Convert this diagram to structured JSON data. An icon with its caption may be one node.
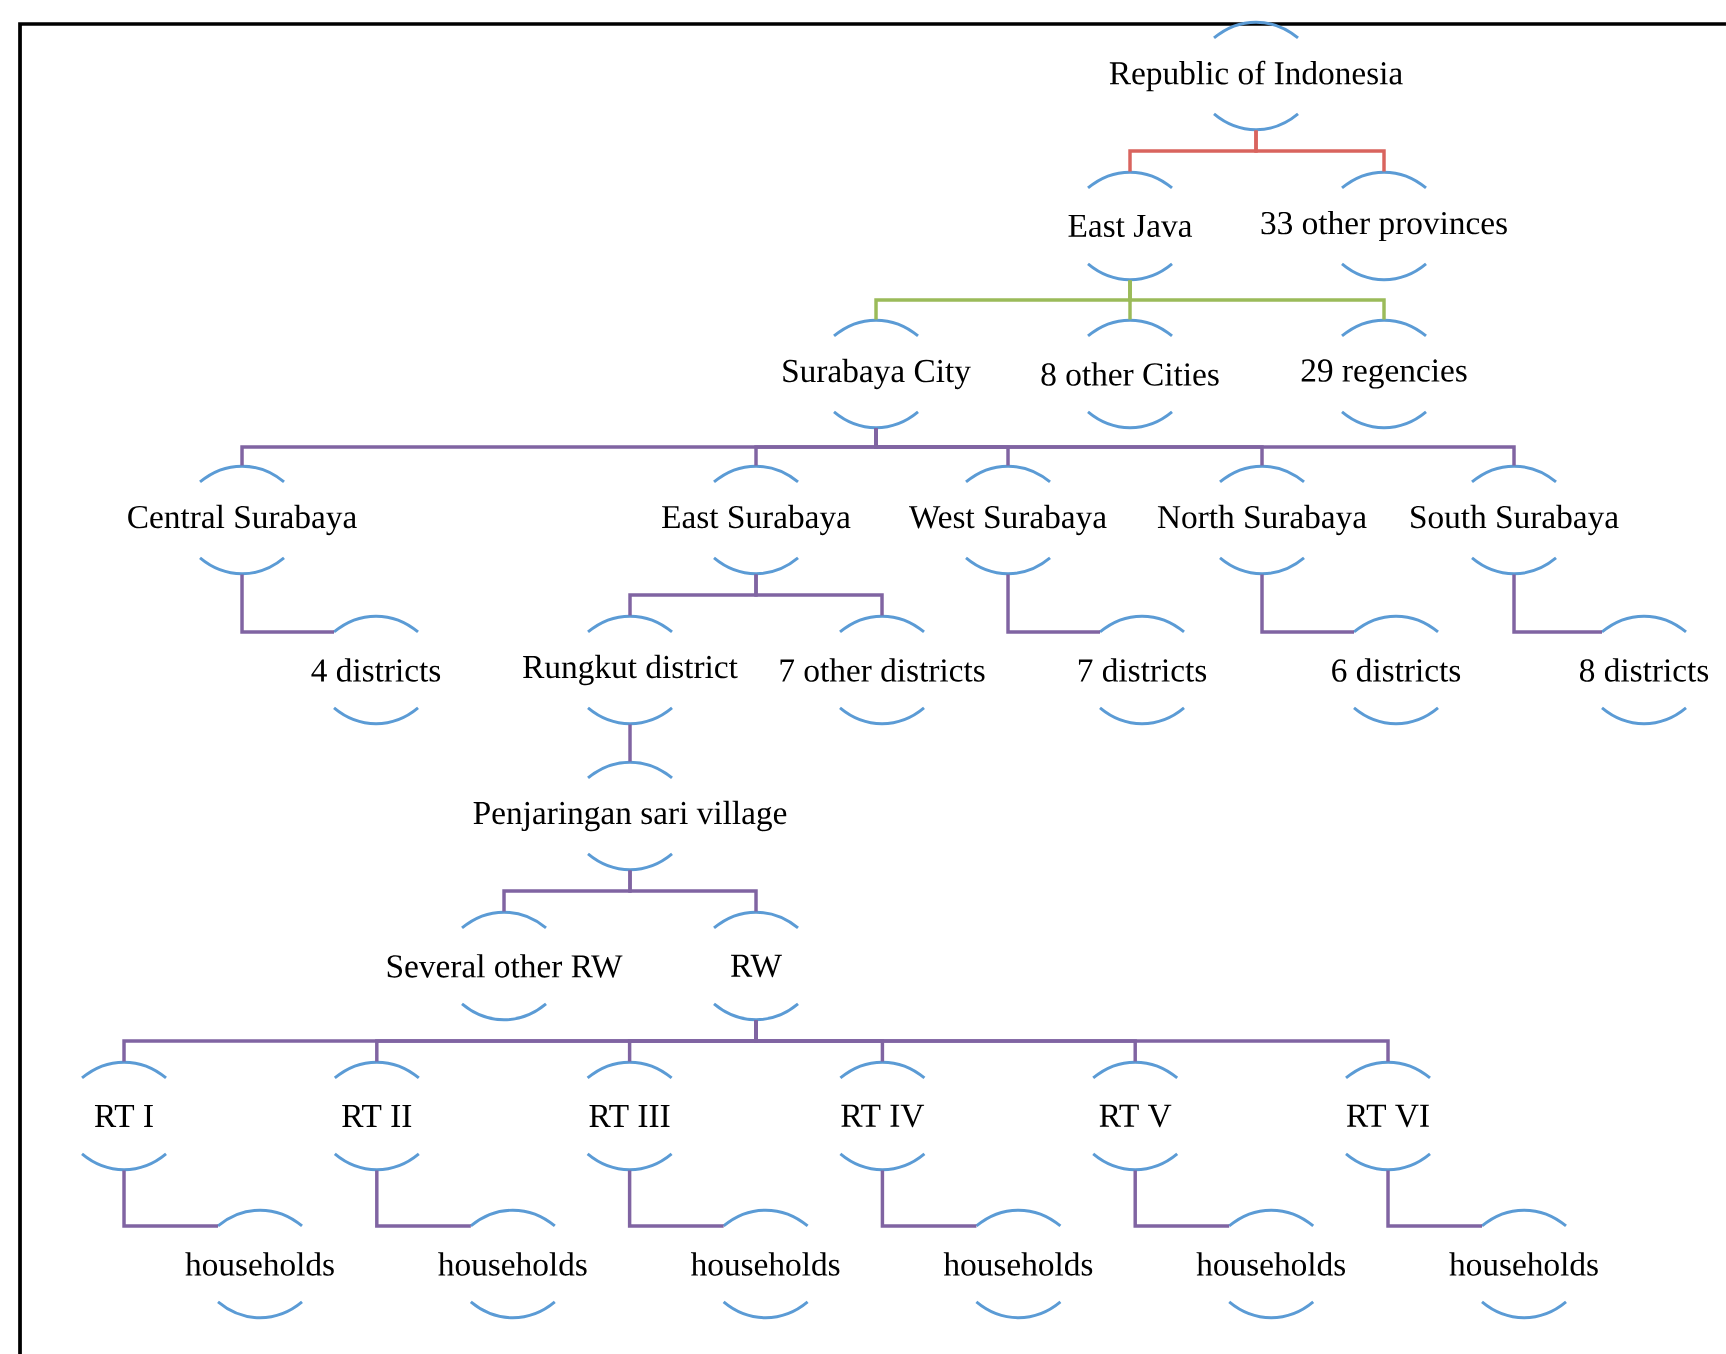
{
  "diagram": {
    "nodes": [
      {
        "text": [
          "Republic of Indonesia"
        ]
      },
      {
        "text": [
          "East Java"
        ]
      },
      {
        "text": [
          "33 other provinces"
        ]
      },
      {
        "text": [
          "Surabaya City"
        ]
      },
      {
        "text": [
          "8 other Cities"
        ]
      },
      {
        "text": [
          "29 regencies"
        ]
      },
      {
        "text": [
          "Central Surabaya"
        ]
      },
      {
        "text": [
          "East Surabaya"
        ]
      },
      {
        "text": [
          "West Surabaya"
        ]
      },
      {
        "text": [
          "North Surabaya"
        ]
      },
      {
        "text": [
          "South Surabaya"
        ]
      },
      {
        "text": [
          "4 districts"
        ]
      },
      {
        "text": [
          "Rungkut district"
        ]
      },
      {
        "text": [
          "7 other districts"
        ]
      },
      {
        "text": [
          "7 districts"
        ]
      },
      {
        "text": [
          "6 districts"
        ]
      },
      {
        "text": [
          "8 districts"
        ]
      },
      {
        "text": [
          "Penjaringan sari village"
        ]
      },
      {
        "text": [
          "Several other RW"
        ]
      },
      {
        "text": [
          "RW"
        ]
      },
      {
        "text": [
          "RT I"
        ]
      },
      {
        "text": [
          "RT II"
        ]
      },
      {
        "text": [
          "RT III"
        ]
      },
      {
        "text": [
          "RT IV"
        ]
      },
      {
        "text": [
          "RT V"
        ]
      },
      {
        "text": [
          "RT VI"
        ]
      },
      {
        "text": [
          "households"
        ]
      },
      {
        "text": [
          "households"
        ]
      },
      {
        "text": [
          "households"
        ]
      },
      {
        "text": [
          "households"
        ]
      },
      {
        "text": [
          "households"
        ]
      },
      {
        "text": [
          "households"
        ]
      }
    ],
    "edges": [
      {
        "from": 0,
        "to": 1,
        "arrow": "none",
        "color": "#d9645e"
      },
      {
        "from": 0,
        "to": 2,
        "arrow": "none",
        "color": "#d9645e"
      },
      {
        "from": 1,
        "to": 3,
        "arrow": "none",
        "color": "#9bbb59"
      },
      {
        "from": 1,
        "to": 4,
        "arrow": "none",
        "color": "#9bbb59"
      },
      {
        "from": 1,
        "to": 5,
        "arrow": "none",
        "color": "#9bbb59"
      },
      {
        "from": 3,
        "to": 6,
        "arrow": "none"
      },
      {
        "from": 3,
        "to": 7,
        "arrow": "none"
      },
      {
        "from": 3,
        "to": 8,
        "arrow": "none"
      },
      {
        "from": 3,
        "to": 9,
        "arrow": "none"
      },
      {
        "from": 3,
        "to": 10,
        "arrow": "none"
      },
      {
        "from": 6,
        "to": 11,
        "arrow": "none"
      },
      {
        "from": 7,
        "to": 12,
        "arrow": "none"
      },
      {
        "from": 7,
        "to": 13,
        "arrow": "none"
      },
      {
        "from": 8,
        "to": 14,
        "arrow": "none"
      },
      {
        "from": 9,
        "to": 15,
        "arrow": "none"
      },
      {
        "from": 10,
        "to": 16,
        "arrow": "none"
      },
      {
        "from": 12,
        "to": 17,
        "arrow": "none"
      },
      {
        "from": 17,
        "to": 18,
        "arrow": "none"
      },
      {
        "from": 17,
        "to": 19,
        "arrow": "none"
      },
      {
        "from": 19,
        "to": 20,
        "arrow": "none"
      },
      {
        "from": 19,
        "to": 21,
        "arrow": "none"
      },
      {
        "from": 19,
        "to": 22,
        "arrow": "none"
      },
      {
        "from": 19,
        "to": 23,
        "arrow": "none"
      },
      {
        "from": 19,
        "to": 24,
        "arrow": "none"
      },
      {
        "from": 19,
        "to": 25,
        "arrow": "none"
      },
      {
        "from": 20,
        "to": 26,
        "arrow": "none"
      },
      {
        "from": 21,
        "to": 27,
        "arrow": "none"
      },
      {
        "from": 22,
        "to": 28,
        "arrow": "none"
      },
      {
        "from": 23,
        "to": 29,
        "arrow": "none"
      },
      {
        "from": 24,
        "to": 30,
        "arrow": "none"
      },
      {
        "from": 25,
        "to": 31,
        "arrow": "none"
      }
    ]
  }
}
